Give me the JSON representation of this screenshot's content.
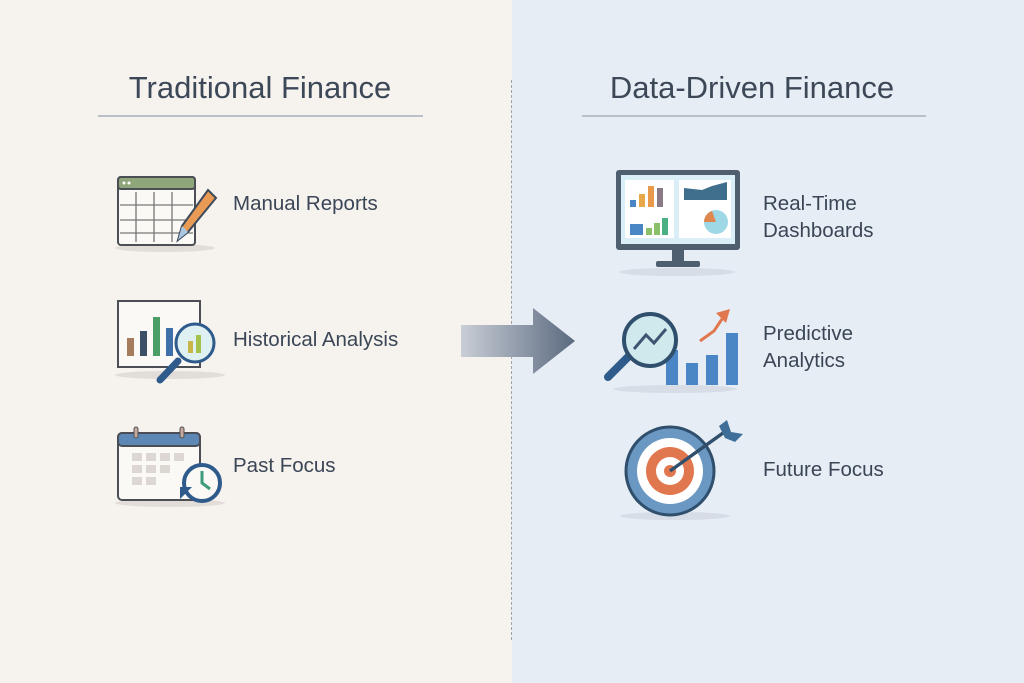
{
  "left": {
    "title": "Traditional Finance",
    "items": [
      {
        "label": "Manual Reports",
        "icon": "spreadsheet-pencil-icon"
      },
      {
        "label": "Historical Analysis",
        "icon": "chart-magnifier-icon"
      },
      {
        "label": "Past Focus",
        "icon": "calendar-clock-icon"
      }
    ]
  },
  "right": {
    "title": "Data-Driven Finance",
    "items": [
      {
        "label_line1": "Real-Time",
        "label_line2": "Dashboards",
        "icon": "monitor-dashboard-icon"
      },
      {
        "label_line1": "Predictive",
        "label_line2": "Analytics",
        "icon": "magnifier-growth-chart-icon"
      },
      {
        "label": "Future Focus",
        "icon": "target-arrow-icon"
      }
    ]
  },
  "colors": {
    "left_bg": "#f6f2ee",
    "right_bg": "#e7edf4",
    "text": "#3a4656",
    "accent_blue": "#4a86c5",
    "accent_orange": "#e0774f"
  }
}
